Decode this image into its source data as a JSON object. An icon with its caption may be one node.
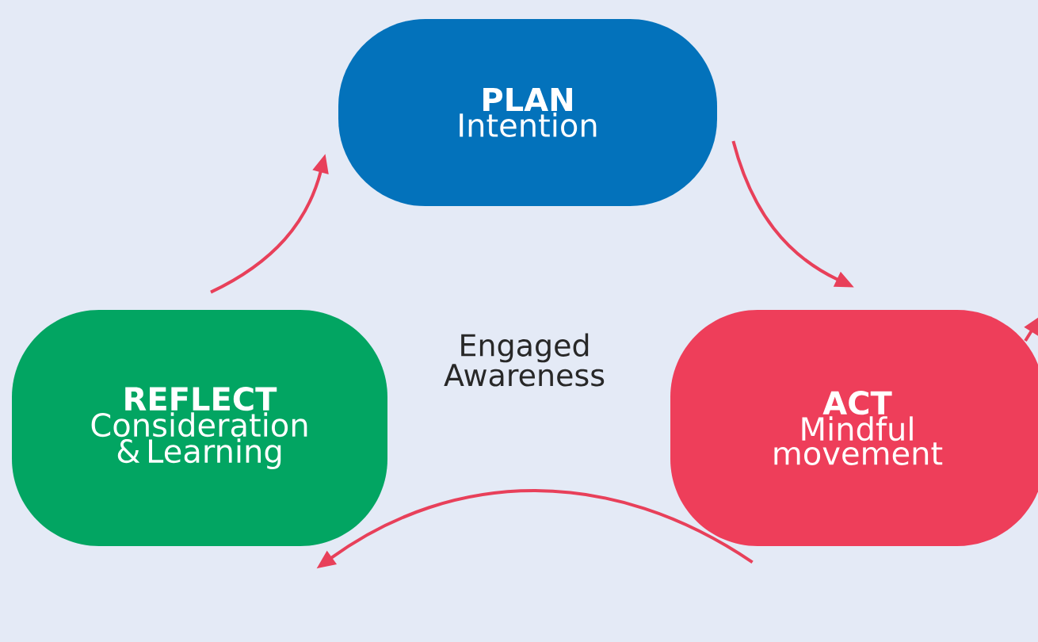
{
  "diagram": {
    "nodes": [
      {
        "text": [
          "PLAN",
          "Intention"
        ]
      },
      {
        "text": [
          "ACT",
          "Mindful movement"
        ]
      },
      {
        "text": [
          "REFLECT",
          "Consideration & Learning"
        ]
      }
    ],
    "edges": [
      {
        "from": 0,
        "to": 1,
        "arrow": "to"
      },
      {
        "from": 1,
        "to": 2,
        "arrow": "to"
      },
      {
        "from": 2,
        "to": 0,
        "arrow": "to"
      }
    ],
    "labels": [
      "Engaged Awareness"
    ]
  }
}
